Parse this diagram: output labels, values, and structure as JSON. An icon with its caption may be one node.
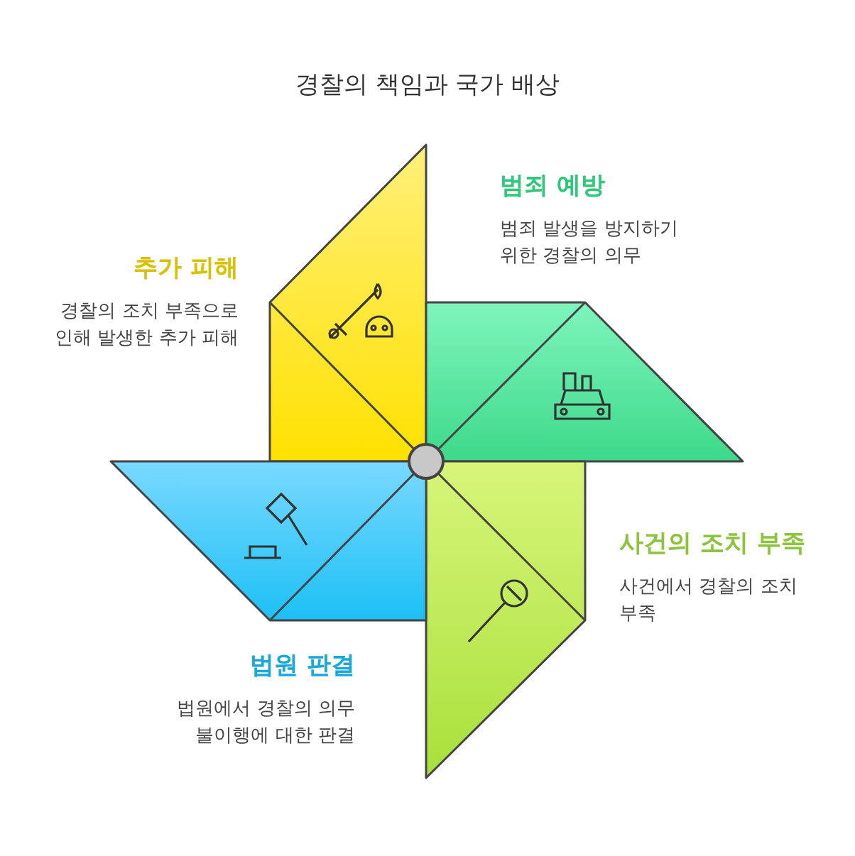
{
  "diagram": {
    "title": "경찰의 책임과 국가 배상",
    "nodes": [
      {
        "text": [
          "범죄 예방",
          "범죄 발생을 방지하기 위한 경찰의 의무"
        ]
      },
      {
        "text": [
          "추가 피해",
          "경찰의 조치 부족으로 인해 발생한 추가 피해"
        ]
      },
      {
        "text": [
          "사건의 조치 부족",
          "사건에서 경찰의 조치 부족"
        ]
      },
      {
        "text": [
          "법원 판결",
          "법원에서 경찰의 의무 불이행에 대한 판결"
        ]
      }
    ],
    "edges": []
  }
}
